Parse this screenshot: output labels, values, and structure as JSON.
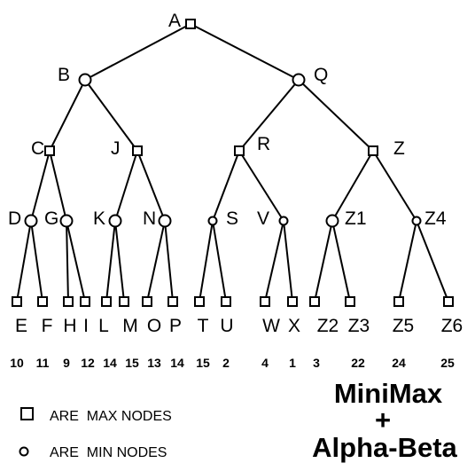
{
  "nodes": {
    "A": {
      "label": "A",
      "kind": "max"
    },
    "B": {
      "label": "B",
      "kind": "min"
    },
    "Q": {
      "label": "Q",
      "kind": "min"
    },
    "C": {
      "label": "C",
      "kind": "max"
    },
    "J": {
      "label": "J",
      "kind": "max"
    },
    "R": {
      "label": "R",
      "kind": "max"
    },
    "Z": {
      "label": "Z",
      "kind": "max"
    },
    "D": {
      "label": "D",
      "kind": "min"
    },
    "G": {
      "label": "G",
      "kind": "min"
    },
    "K": {
      "label": "K",
      "kind": "min"
    },
    "N": {
      "label": "N",
      "kind": "min"
    },
    "S": {
      "label": "S",
      "kind": "min"
    },
    "V": {
      "label": "V",
      "kind": "min"
    },
    "Z1": {
      "label": "Z1",
      "kind": "min"
    },
    "Z4": {
      "label": "Z4",
      "kind": "min"
    },
    "E": {
      "label": "E",
      "kind": "max",
      "value": "10"
    },
    "F": {
      "label": "F",
      "kind": "max",
      "value": "11"
    },
    "H": {
      "label": "H",
      "kind": "max",
      "value": "9"
    },
    "I": {
      "label": "I",
      "kind": "max",
      "value": "12"
    },
    "L": {
      "label": "L",
      "kind": "max",
      "value": "14"
    },
    "M": {
      "label": "M",
      "kind": "max",
      "value": "15"
    },
    "O": {
      "label": "O",
      "kind": "max",
      "value": "13"
    },
    "P": {
      "label": "P",
      "kind": "max",
      "value": "14"
    },
    "T": {
      "label": "T",
      "kind": "max",
      "value": "15"
    },
    "U": {
      "label": "U",
      "kind": "max",
      "value": "2"
    },
    "W": {
      "label": "W",
      "kind": "max",
      "value": "4"
    },
    "X": {
      "label": "X",
      "kind": "max",
      "value": "1"
    },
    "Z2": {
      "label": "Z2",
      "kind": "max",
      "value": "3"
    },
    "Z3": {
      "label": "Z3",
      "kind": "max",
      "value": "22"
    },
    "Z5": {
      "label": "Z5",
      "kind": "max",
      "value": "24"
    },
    "Z6": {
      "label": "Z6",
      "kind": "max",
      "value": "25"
    }
  },
  "edges": [
    [
      "A",
      "B"
    ],
    [
      "A",
      "Q"
    ],
    [
      "B",
      "C"
    ],
    [
      "B",
      "J"
    ],
    [
      "Q",
      "R"
    ],
    [
      "Q",
      "Z"
    ],
    [
      "C",
      "D"
    ],
    [
      "C",
      "G"
    ],
    [
      "J",
      "K"
    ],
    [
      "J",
      "N"
    ],
    [
      "R",
      "S"
    ],
    [
      "R",
      "V"
    ],
    [
      "Z",
      "Z1"
    ],
    [
      "Z",
      "Z4"
    ],
    [
      "D",
      "E"
    ],
    [
      "D",
      "F"
    ],
    [
      "G",
      "H"
    ],
    [
      "G",
      "I"
    ],
    [
      "K",
      "L"
    ],
    [
      "K",
      "M"
    ],
    [
      "N",
      "O"
    ],
    [
      "N",
      "P"
    ],
    [
      "S",
      "T"
    ],
    [
      "S",
      "U"
    ],
    [
      "V",
      "W"
    ],
    [
      "V",
      "X"
    ],
    [
      "Z1",
      "Z2"
    ],
    [
      "Z1",
      "Z3"
    ],
    [
      "Z4",
      "Z5"
    ],
    [
      "Z4",
      "Z6"
    ]
  ],
  "legend": {
    "max_text": "ARE  MAX NODES",
    "min_text": "ARE  MIN NODES"
  },
  "title": {
    "line1": "MiniMax",
    "line2": "+",
    "line3": "Alpha-Beta"
  }
}
